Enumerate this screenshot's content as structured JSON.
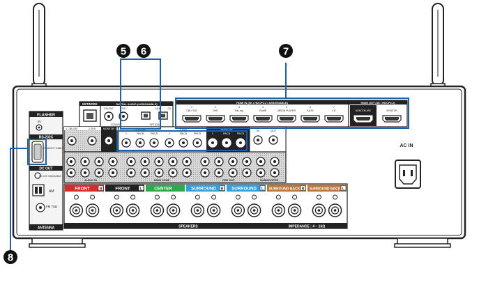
{
  "callouts": [
    {
      "number": "5"
    },
    {
      "number": "6"
    },
    {
      "number": "7"
    },
    {
      "number": "8"
    }
  ],
  "panel": {
    "flasher": {
      "title": "FLASHER",
      "in_label": "IN"
    },
    "rs232c": {
      "title": "RS-232C",
      "cable_label": "STRAIGHT CABLE"
    },
    "dc_out": {
      "title": "DC OUT",
      "spec": "DC 12V 150mA MAX"
    },
    "antenna": {
      "title": "ANTENNA",
      "am_label": "AM",
      "fm_label": "FM 75Ω"
    },
    "network": {
      "title": "NETWORK"
    },
    "digital_audio": {
      "title": "DIGITAL AUDIO (ASSIGNABLE)",
      "coax_label": "COAXIAL",
      "optical_label": "OPTICAL",
      "ports": [
        "CBL/SAT",
        "DVD",
        "AUX",
        "CD"
      ]
    },
    "hdmi_in": {
      "title": "HDMI IN (4K / HDCP2.2 / ASSIGNABLE)",
      "ports": [
        {
          "num": "1",
          "name": "CBL/ SAT"
        },
        {
          "num": "2",
          "name": "DVD"
        },
        {
          "num": "3",
          "name": "Blu-ray"
        },
        {
          "num": "4",
          "name": "GAME"
        },
        {
          "num": "5",
          "name": "MEDIA PLAYER"
        },
        {
          "num": "6",
          "name": "AUX2"
        },
        {
          "num": "7",
          "name": "CD"
        }
      ]
    },
    "hdmi_out": {
      "title": "HDMI OUT (4K / HDCP2.2)",
      "port1": "MONITOR ARC",
      "port2": "MONITOR"
    },
    "ac_in": {
      "label": "AC IN"
    },
    "video_in_labels": [
      "1 CBL/SAT",
      "2 DVD",
      "MONITOR"
    ],
    "component": {
      "groups": [
        "1 CBL/SAT",
        "2 DVD",
        "MONITOR"
      ],
      "ch": [
        "Y",
        "PB/CB",
        "PR/CR"
      ]
    },
    "zone": {
      "in_label": "IN",
      "out_label": "OUT"
    },
    "sections": {
      "audio_in": "AUDIO IN",
      "hdmi_zone": "HDMI ZONE",
      "pre_out": "PRE OUT",
      "subwoofer": "SUBWOOFER"
    },
    "speakers": {
      "groups": [
        {
          "name": "FRONT",
          "side": "R",
          "color": "#d42d2d"
        },
        {
          "name": "FRONT",
          "side": "L",
          "color": "#ffffff"
        },
        {
          "name": "CENTER",
          "side": "",
          "color": "#2eaa4e"
        },
        {
          "name": "SURROUND",
          "side": "R",
          "color": "#34a0dc"
        },
        {
          "name": "SURROUND",
          "side": "L",
          "color": "#34a0dc"
        },
        {
          "name": "SURROUND BACK",
          "side": "R",
          "color": "#b9773a"
        },
        {
          "name": "SURROUND BACK",
          "side": "L",
          "color": "#b9773a"
        }
      ],
      "footer": "SPEAKERS",
      "impedance": "IMPEDANCE : 4 ~ 16Ω"
    }
  }
}
